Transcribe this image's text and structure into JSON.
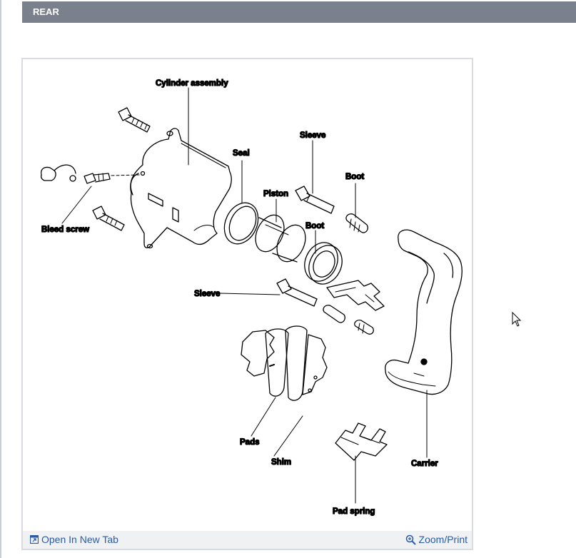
{
  "section": {
    "title": "REAR"
  },
  "diagram": {
    "labels": {
      "cylinder_assembly": "Cylinder assembly",
      "seal": "Seal",
      "sleeve_top": "Sleeve",
      "boot_top": "Boot",
      "piston": "Piston",
      "boot_mid": "Boot",
      "bleed_screw": "Bleed screw",
      "sleeve_mid": "Sleeve",
      "pads": "Pads",
      "shim": "Shim",
      "carrier": "Carrier",
      "pad_spring": "Pad spring"
    }
  },
  "footer": {
    "open_in_new_tab": "Open In New Tab",
    "zoom_print": "Zoom/Print"
  },
  "icons": {
    "open_tab": "open-new-tab-icon",
    "zoom": "magnifier-zoom-icon",
    "cursor": "mouse-cursor-icon"
  },
  "colors": {
    "header_bg": "#7a808c",
    "link": "#2a5aa6",
    "footer_bg": "#f0f1f3"
  }
}
